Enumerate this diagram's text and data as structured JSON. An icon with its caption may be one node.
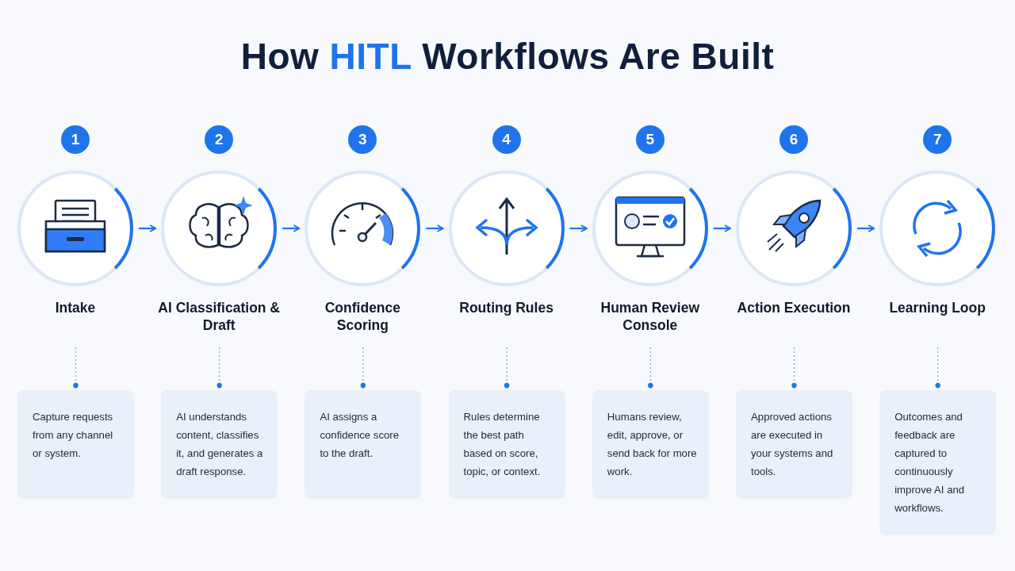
{
  "diagram": {
    "title": "How HITL Workflows Are Built",
    "nodes": [
      {
        "text": [
          "1",
          "Intake"
        ]
      },
      {
        "text": [
          "2",
          "AI Classification & Draft"
        ]
      },
      {
        "text": [
          "3",
          "Confidence Scoring"
        ]
      },
      {
        "text": [
          "4",
          "Routing Rules"
        ]
      },
      {
        "text": [
          "5",
          "Human Review Console"
        ]
      },
      {
        "text": [
          "6",
          "Action Execution"
        ]
      },
      {
        "text": [
          "7",
          "Learning Loop"
        ]
      },
      {
        "text": [
          "Capture requests from any channel or system."
        ]
      },
      {
        "text": [
          "AI understands content, classifies it, and generates a draft response."
        ]
      },
      {
        "text": [
          "AI assigns a confidence score to the draft."
        ]
      },
      {
        "text": [
          "Rules determine the best path based on score, topic, or context."
        ]
      },
      {
        "text": [
          "Humans review, edit, approve, or send back for more work."
        ]
      },
      {
        "text": [
          "Approved actions are executed in your systems and tools."
        ]
      },
      {
        "text": [
          "Outcomes and feedback are captured to continuously improve AI and workflows."
        ]
      }
    ],
    "edges": [
      {
        "from": 0,
        "to": 1,
        "arrow": "to",
        "color": "#1f74ec"
      },
      {
        "from": 1,
        "to": 2,
        "arrow": "to",
        "color": "#1f74ec"
      },
      {
        "from": 2,
        "to": 3,
        "arrow": "to",
        "color": "#1f74ec"
      },
      {
        "from": 3,
        "to": 4,
        "arrow": "to",
        "color": "#1f74ec"
      },
      {
        "from": 4,
        "to": 5,
        "arrow": "to",
        "color": "#1f74ec"
      },
      {
        "from": 5,
        "to": 6,
        "arrow": "to",
        "color": "#1f74ec"
      },
      {
        "from": 0,
        "to": 7,
        "arrow": "other",
        "style": "dashed"
      },
      {
        "from": 1,
        "to": 8,
        "arrow": "other",
        "style": "dashed"
      },
      {
        "from": 2,
        "to": 9,
        "arrow": "other",
        "style": "dashed"
      },
      {
        "from": 3,
        "to": 10,
        "arrow": "other",
        "style": "dashed"
      },
      {
        "from": 4,
        "to": 11,
        "arrow": "other",
        "style": "dashed"
      },
      {
        "from": 5,
        "to": 12,
        "arrow": "other",
        "style": "dashed"
      },
      {
        "from": 6,
        "to": 13,
        "arrow": "other",
        "style": "dashed"
      }
    ]
  }
}
